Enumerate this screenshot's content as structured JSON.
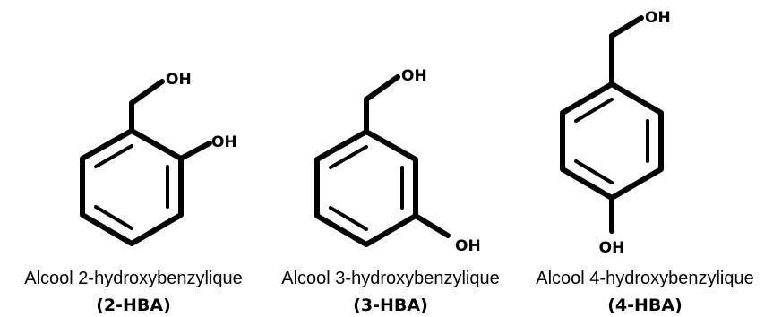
{
  "molecules": [
    {
      "name": "Alcool 2-hydroxybenzylique",
      "code": "(2-HBA)",
      "ch2oh_label": "OH",
      "phenol_label": "OH"
    },
    {
      "name": "Alcool 3-hydroxybenzylique",
      "code": "(3-HBA)",
      "ch2oh_label": "OH",
      "phenol_label": "OH"
    },
    {
      "name": "Alcool 4-hydroxybenzylique",
      "code": "(4-HBA)",
      "ch2oh_label": "OH",
      "phenol_label": "OH"
    }
  ],
  "colors": {
    "bond": "#000000",
    "background": "#ffffff"
  }
}
